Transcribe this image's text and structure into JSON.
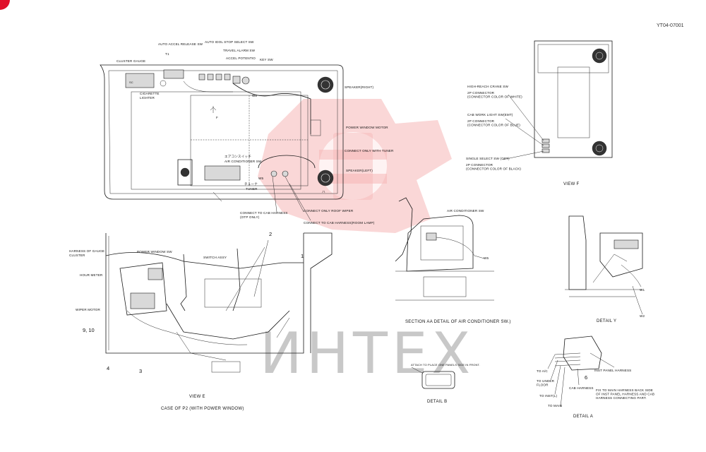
{
  "doc_id": "YT04-07001",
  "watermark_text": "ИНТЕХ",
  "colors": {
    "line": "#1a1a1a",
    "watermark_logo": "#f6b7b7",
    "watermark_text": "#c8c8c8",
    "corner_badge": "#e0102a"
  },
  "top_view": {
    "labels": {
      "cluster_gauge": "CLUSTER GAUGE",
      "t1": "T1",
      "cigarette_lighter": "CIGARETTE\nLIGHTER",
      "auto_accel_release_sw": "AUTO ACCEL RELEASE SW",
      "auto_idle_stop_select_sw": "AUTO IDOL STOP SELECT SW",
      "travel_alarm_sw": "TRAVEL ALARM SW",
      "accel_potentio": "ACCEL POTENTIO",
      "key_sw": "KEY SW",
      "w2": "W2",
      "speaker_right": "SPEAKER(RIGHT)",
      "power_window_motor": "POWER WINDOW MOTOR",
      "connect_only_with_tuner": "CONNECT ONLY WITH TUNER",
      "speaker_left": "SPEAKER(LEFT)",
      "f_mark": "F",
      "aircon_sw_jp": "エアコンスイッチ",
      "air_conditioner_sw": "AIR CONDITIONER SW",
      "w5": "W5",
      "tuner_jp": "チューナ",
      "tuner": "TUNER",
      "view_marker": "ハ",
      "connect_cab_harness_opt": "CONNECT TO CAB HARNESS\n(OTP ONLY)",
      "connect_only_roof_wiper": "CONNECT ONLY ROOF WIPER",
      "connect_cab_harness_room_lamp": "CONNECT TO CAB HARNESS(ROOM LAMP)"
    }
  },
  "view_e": {
    "labels": {
      "harness_of_gauge_cluster": "HARNESS OF GAUGE\nCLUSTER",
      "power_window_sw": "POWER WINDOW SW",
      "switch_assy": "SWITCH ASSY",
      "hour_meter": "HOUR METER",
      "wiper_motor": "WIPER MOTOR",
      "n_9_10": "9, 10",
      "n_4": "4",
      "n_3": "3",
      "n_2": "2",
      "n_1": "1"
    },
    "caption": "VIEW E",
    "subcaption": "CASE OF P2 (WITH POWER WINDOW)"
  },
  "view_f": {
    "labels": {
      "high_reach_crane_sw": "HIGH-REACH CRANE SW",
      "ep_conn_white": "2P CONNECTOR\n(CONNECTOR COLOR OF WHITE)",
      "cab_work_light_sw": "CAB WORK LIGHT SW(EMT)",
      "ep_conn_blue": "2P CONNECTOR\n(CONNECTOR COLOR OF BLUE)",
      "single_select_sw": "SINGLE SELECT SW (OPT)",
      "ep_conn_black": "2P CONNECTOR\n(CONNECTOR COLOR OF BLACK)"
    },
    "caption": "VIEW F"
  },
  "section_aa": {
    "labels": {
      "air_conditioner_sw": "AIR CONDITIONER SW",
      "w5": "W5"
    },
    "caption": "SECTION AA   DETAIL OF AIR CONDITIONER SW.)"
  },
  "detail_y": {
    "labels": {
      "w1": "W1",
      "w2": "W2"
    },
    "caption": "DETAIL Y"
  },
  "detail_b": {
    "labels": {
      "attach_note": "ATTACH TO PLACE ONE PANELS SIDE IN FRONT."
    },
    "caption": "DETAIL B"
  },
  "detail_a": {
    "labels": {
      "to_ac": "TO A/C",
      "to_under_floor": "TO UNDER\nFLOOR",
      "to_inst_l": "TO INST(L)",
      "to_main": "TO MAIN",
      "cab_harness": "CAB HARNESS",
      "inst_panel_harness": "INST PANEL HARNESS",
      "n_6": "6",
      "fix_note": "FIX TO MAIN HARNESS BACK SIDE\nOF INST PANEL HARNESS AND CAB\nHARNESS CONNECTING PART."
    },
    "caption": "DETAIL A"
  }
}
